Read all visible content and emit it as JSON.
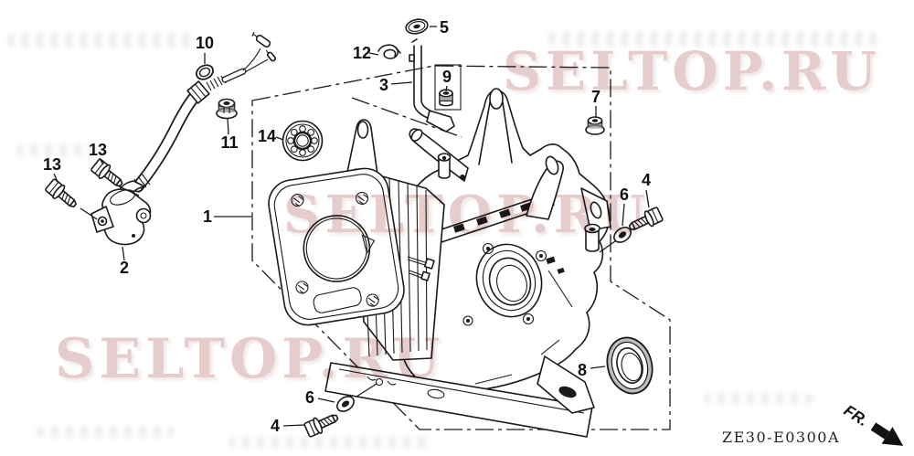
{
  "watermark": {
    "text": "SELTOP.RU",
    "color": "#cfa4a4"
  },
  "footer": {
    "part_code": "ZE30-E0300A",
    "fr_label": "FR."
  },
  "callouts": {
    "c1": {
      "label": "1"
    },
    "c2": {
      "label": "2"
    },
    "c3": {
      "label": "3"
    },
    "c4a": {
      "label": "4"
    },
    "c4b": {
      "label": "4"
    },
    "c5": {
      "label": "5"
    },
    "c6a": {
      "label": "6"
    },
    "c6b": {
      "label": "6"
    },
    "c7": {
      "label": "7"
    },
    "c8": {
      "label": "8"
    },
    "c9": {
      "label": "9"
    },
    "c10": {
      "label": "10"
    },
    "c11": {
      "label": "11"
    },
    "c12": {
      "label": "12"
    },
    "c13a": {
      "label": "13"
    },
    "c13b": {
      "label": "13"
    },
    "c14": {
      "label": "14"
    }
  },
  "diagram": {
    "line_color": "#1a1a1a",
    "background": "#ffffff"
  }
}
